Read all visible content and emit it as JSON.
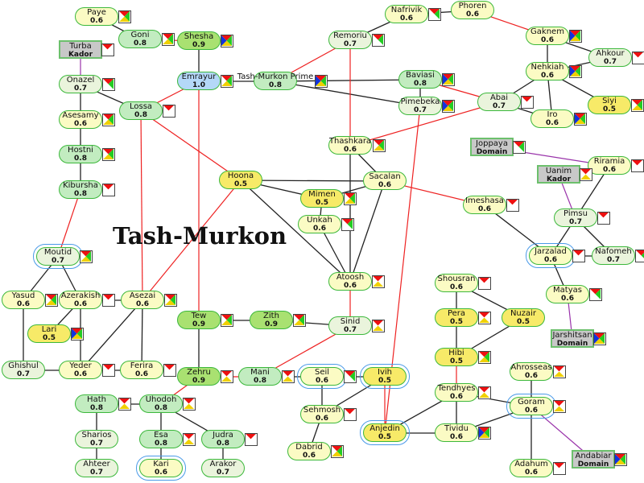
{
  "title": "Tash-Murkon",
  "colors": {
    "v0.5": "#f7ea68",
    "v0.6": "#fbfbc4",
    "v0.7": "#eaf4dc",
    "v0.8": "#c2ecc0",
    "v0.9": "#a9e171",
    "v1.0": "#b4d8f8",
    "edge_black": "#222222",
    "edge_red": "#ee2222",
    "edge_purple": "#9933aa"
  },
  "nodes": [
    {
      "name": "Paye",
      "value": "0.6",
      "icon": "rgyw"
    },
    {
      "name": "Goni",
      "value": "0.8",
      "icon": "rgyw"
    },
    {
      "name": "Shesha",
      "value": "0.9",
      "icon": "rgyb"
    },
    {
      "name": "Turba",
      "value": "Kador",
      "box": true,
      "icon": "rwww"
    },
    {
      "name": "Onazel",
      "value": "0.7",
      "icon": "rgww"
    },
    {
      "name": "Lossa",
      "value": "0.8",
      "icon": "rwww"
    },
    {
      "name": "Emrayur",
      "value": "1.0",
      "icon": "rgyw"
    },
    {
      "name": "Tash-Murkon Prime",
      "value": "0.8",
      "icon": "rgyb"
    },
    {
      "name": "Asesamy",
      "value": "0.6",
      "icon": "rgyw"
    },
    {
      "name": "Hostni",
      "value": "0.8",
      "icon": "rgyw"
    },
    {
      "name": "Kibursha",
      "value": "0.8",
      "icon": "rwww"
    },
    {
      "name": "Hoona",
      "value": "0.5",
      "icon": ""
    },
    {
      "name": "Mimen",
      "value": "0.5",
      "icon": "rgyw"
    },
    {
      "name": "Unkah",
      "value": "0.6",
      "icon": "rgww"
    },
    {
      "name": "Nafrivik",
      "value": "0.6",
      "icon": "rgww"
    },
    {
      "name": "Phoren",
      "value": "0.6",
      "icon": ""
    },
    {
      "name": "Remoriu",
      "value": "0.7",
      "icon": "rgww"
    },
    {
      "name": "Gaknem",
      "value": "0.6",
      "icon": "rgyb"
    },
    {
      "name": "Ahkour",
      "value": "0.7",
      "icon": "rwww"
    },
    {
      "name": "Nehkiah",
      "value": "0.6",
      "icon": "rgyb"
    },
    {
      "name": "Baviasi",
      "value": "0.8",
      "icon": "rgyb"
    },
    {
      "name": "Pimebeka",
      "value": "0.7",
      "icon": "rgyb"
    },
    {
      "name": "Abai",
      "value": "0.7",
      "icon": "rwww"
    },
    {
      "name": "Iro",
      "value": "0.6",
      "icon": "rgyb"
    },
    {
      "name": "Siyi",
      "value": "0.5",
      "icon": "rgyw"
    },
    {
      "name": "Thashkara",
      "value": "0.6",
      "icon": "rgyw"
    },
    {
      "name": "Sacalan",
      "value": "0.6",
      "icon": ""
    },
    {
      "name": "Joppaya",
      "value": "Domain",
      "box": true,
      "icon": "rgww"
    },
    {
      "name": "Riramia",
      "value": "0.6",
      "icon": "rwww"
    },
    {
      "name": "Uanim",
      "value": "Kador",
      "box": true,
      "icon": "rwyw"
    },
    {
      "name": "Imeshasa",
      "value": "0.6",
      "icon": "rwww"
    },
    {
      "name": "Pimsu",
      "value": "0.7",
      "icon": "rwww"
    },
    {
      "name": "Moutid",
      "value": "0.7",
      "icon": "rgyw",
      "ring": true
    },
    {
      "name": "Yasud",
      "value": "0.6",
      "icon": "rgyw"
    },
    {
      "name": "Azerakish",
      "value": "0.6",
      "icon": "rwww"
    },
    {
      "name": "Asezai",
      "value": "0.6",
      "icon": "rgyw"
    },
    {
      "name": "Lari",
      "value": "0.5",
      "icon": "rgyb"
    },
    {
      "name": "Ghishul",
      "value": "0.7",
      "icon": ""
    },
    {
      "name": "Yeder",
      "value": "0.6",
      "icon": "rwww"
    },
    {
      "name": "Ferira",
      "value": "0.6",
      "icon": "rwww"
    },
    {
      "name": "Tew",
      "value": "0.9",
      "icon": "rgyw"
    },
    {
      "name": "Zith",
      "value": "0.9",
      "icon": "rgyw"
    },
    {
      "name": "Zehru",
      "value": "0.9",
      "icon": "rwyw"
    },
    {
      "name": "Mani",
      "value": "0.8",
      "icon": "rwyw"
    },
    {
      "name": "Hath",
      "value": "0.8",
      "icon": "rwyw"
    },
    {
      "name": "Uhodoh",
      "value": "0.8",
      "icon": "rwyw"
    },
    {
      "name": "Sharios",
      "value": "0.7",
      "icon": ""
    },
    {
      "name": "Esa",
      "value": "0.8",
      "icon": "rwyw"
    },
    {
      "name": "Judra",
      "value": "0.8",
      "icon": "rwww"
    },
    {
      "name": "Ahteer",
      "value": "0.7",
      "icon": ""
    },
    {
      "name": "Kari",
      "value": "0.6",
      "icon": "",
      "ring": true
    },
    {
      "name": "Arakor",
      "value": "0.7",
      "icon": ""
    },
    {
      "name": "Seil",
      "value": "0.6",
      "icon": "rgww",
      "ring": true
    },
    {
      "name": "Ivih",
      "value": "0.5",
      "icon": "",
      "ring": true
    },
    {
      "name": "Sehmosh",
      "value": "0.6",
      "icon": "rwww"
    },
    {
      "name": "Dabrid",
      "value": "0.6",
      "icon": "rgyw"
    },
    {
      "name": "Anjedin",
      "value": "0.5",
      "icon": "",
      "ring": true
    },
    {
      "name": "Atoosh",
      "value": "0.6",
      "icon": "rwyw"
    },
    {
      "name": "Sinid",
      "value": "0.7",
      "icon": "rwyw"
    },
    {
      "name": "Shousran",
      "value": "0.6",
      "icon": "rwww"
    },
    {
      "name": "Pera",
      "value": "0.5",
      "icon": "rwyw"
    },
    {
      "name": "Nuzair",
      "value": "0.5",
      "icon": ""
    },
    {
      "name": "Hibi",
      "value": "0.5",
      "icon": "rgyw"
    },
    {
      "name": "Tendhyes",
      "value": "0.6",
      "icon": "rwyw"
    },
    {
      "name": "Tividu",
      "value": "0.6",
      "icon": "rgyb"
    },
    {
      "name": "Goram",
      "value": "0.6",
      "icon": "rwyw",
      "ring": true
    },
    {
      "name": "Ahrosseas",
      "value": "0.6",
      "icon": "rwyw"
    },
    {
      "name": "Adahum",
      "value": "0.6",
      "icon": "rwww"
    },
    {
      "name": "Andabiar",
      "value": "Domain",
      "box": true,
      "icon": "rgyb"
    },
    {
      "name": "Jarzalad",
      "value": "0.6",
      "icon": "rwww",
      "ring": true
    },
    {
      "name": "Nafomeh",
      "value": "0.7",
      "icon": "rgww"
    },
    {
      "name": "Matyas",
      "value": "0.6",
      "icon": "rgww"
    },
    {
      "name": "Jarshitsan",
      "value": "Domain",
      "box": true,
      "icon": "rgyb"
    }
  ],
  "edges": [
    [
      "Paye",
      "Goni",
      "k"
    ],
    [
      "Goni",
      "Shesha",
      "r"
    ],
    [
      "Shesha",
      "Emrayur",
      "k"
    ],
    [
      "Turba",
      "Onazel",
      "p"
    ],
    [
      "Onazel",
      "Asesamy",
      "k"
    ],
    [
      "Onazel",
      "Lossa",
      "k"
    ],
    [
      "Asesamy",
      "Hostni",
      "k"
    ],
    [
      "Hostni",
      "Kibursha",
      "k"
    ],
    [
      "Kibursha",
      "Moutid",
      "r"
    ],
    [
      "Lossa",
      "Emrayur",
      "r"
    ],
    [
      "Lossa",
      "Hoona",
      "r"
    ],
    [
      "Lossa",
      "Asezai",
      "r"
    ],
    [
      "Emrayur",
      "Tash-Murkon Prime",
      "k"
    ],
    [
      "Emrayur",
      "Tew",
      "r"
    ],
    [
      "Hoona",
      "Asezai",
      "r"
    ],
    [
      "Tash-Murkon Prime",
      "Remoriu",
      "r"
    ],
    [
      "Tash-Murkon Prime",
      "Baviasi",
      "k"
    ],
    [
      "Tash-Murkon Prime",
      "Pimebeka",
      "k"
    ],
    [
      "Baviasi",
      "Pimebeka",
      "k"
    ],
    [
      "Baviasi",
      "Abai",
      "r"
    ],
    [
      "Remoriu",
      "Nafrivik",
      "k"
    ],
    [
      "Nafrivik",
      "Phoren",
      "k"
    ],
    [
      "Phoren",
      "Gaknem",
      "r"
    ],
    [
      "Gaknem",
      "Nehkiah",
      "k"
    ],
    [
      "Gaknem",
      "Ahkour",
      "k"
    ],
    [
      "Nehkiah",
      "Ahkour",
      "k"
    ],
    [
      "Nehkiah",
      "Abai",
      "k"
    ],
    [
      "Nehkiah",
      "Iro",
      "k"
    ],
    [
      "Nehkiah",
      "Siyi",
      "k"
    ],
    [
      "Abai",
      "Iro",
      "k"
    ],
    [
      "Abai",
      "Thashkara",
      "r"
    ],
    [
      "Remoriu",
      "Thashkara",
      "r"
    ],
    [
      "Pimebeka",
      "Anjedin",
      "r"
    ],
    [
      "Thashkara",
      "Sacalan",
      "k"
    ],
    [
      "Thashkara",
      "Atoosh",
      "k"
    ],
    [
      "Hoona",
      "Sacalan",
      "k"
    ],
    [
      "Hoona",
      "Mimen",
      "k"
    ],
    [
      "Hoona",
      "Atoosh",
      "k"
    ],
    [
      "Mimen",
      "Sacalan",
      "k"
    ],
    [
      "Mimen",
      "Unkah",
      "k"
    ],
    [
      "Unkah",
      "Atoosh",
      "k"
    ],
    [
      "Sacalan",
      "Atoosh",
      "k"
    ],
    [
      "Sacalan",
      "Imeshasa",
      "r"
    ],
    [
      "Imeshasa",
      "Jarzalad",
      "k"
    ],
    [
      "Joppaya",
      "Riramia",
      "p"
    ],
    [
      "Uanim",
      "Pimsu",
      "p"
    ],
    [
      "Riramia",
      "Pimsu",
      "k"
    ],
    [
      "Pimsu",
      "Jarzalad",
      "k"
    ],
    [
      "Pimsu",
      "Nafomeh",
      "k"
    ],
    [
      "Jarzalad",
      "Nafomeh",
      "k"
    ],
    [
      "Jarzalad",
      "Matyas",
      "k"
    ],
    [
      "Matyas",
      "Jarshitsan",
      "p"
    ],
    [
      "Atoosh",
      "Sinid",
      "r"
    ],
    [
      "Sinid",
      "Mani",
      "r"
    ],
    [
      "Moutid",
      "Yasud",
      "k"
    ],
    [
      "Moutid",
      "Azerakish",
      "k"
    ],
    [
      "Yasud",
      "Ghishul",
      "k"
    ],
    [
      "Azerakish",
      "Asezai",
      "k"
    ],
    [
      "Azerakish",
      "Lari",
      "k"
    ],
    [
      "Azerakish",
      "Yeder",
      "k"
    ],
    [
      "Asezai",
      "Yeder",
      "k"
    ],
    [
      "Asezai",
      "Ferira",
      "k"
    ],
    [
      "Ghishul",
      "Yeder",
      "k"
    ],
    [
      "Yeder",
      "Ferira",
      "k"
    ],
    [
      "Tew",
      "Zith",
      "k"
    ],
    [
      "Zith",
      "Sinid",
      "k"
    ],
    [
      "Tew",
      "Zehru",
      "k"
    ],
    [
      "Zehru",
      "Mani",
      "r"
    ],
    [
      "Zehru",
      "Uhodoh",
      "r"
    ],
    [
      "Mani",
      "Seil",
      "k"
    ],
    [
      "Seil",
      "Ivih",
      "k"
    ],
    [
      "Seil",
      "Sehmosh",
      "k"
    ],
    [
      "Sehmosh",
      "Ivih",
      "k"
    ],
    [
      "Sehmosh",
      "Dabrid",
      "k"
    ],
    [
      "Ivih",
      "Anjedin",
      "r"
    ],
    [
      "Anjedin",
      "Tendhyes",
      "k"
    ],
    [
      "Anjedin",
      "Tividu",
      "k"
    ],
    [
      "Hath",
      "Uhodoh",
      "k"
    ],
    [
      "Hath",
      "Sharios",
      "k"
    ],
    [
      "Sharios",
      "Ahteer",
      "k"
    ],
    [
      "Uhodoh",
      "Esa",
      "k"
    ],
    [
      "Uhodoh",
      "Judra",
      "k"
    ],
    [
      "Esa",
      "Kari",
      "k"
    ],
    [
      "Judra",
      "Arakor",
      "k"
    ],
    [
      "Shousran",
      "Pera",
      "k"
    ],
    [
      "Shousran",
      "Nuzair",
      "k"
    ],
    [
      "Pera",
      "Hibi",
      "k"
    ],
    [
      "Nuzair",
      "Hibi",
      "k"
    ],
    [
      "Hibi",
      "Tendhyes",
      "r"
    ],
    [
      "Tendhyes",
      "Tividu",
      "k"
    ],
    [
      "Tendhyes",
      "Goram",
      "k"
    ],
    [
      "Tividu",
      "Goram",
      "k"
    ],
    [
      "Goram",
      "Ahrosseas",
      "k"
    ],
    [
      "Goram",
      "Adahum",
      "k"
    ],
    [
      "Goram",
      "Andabiar",
      "p"
    ]
  ]
}
